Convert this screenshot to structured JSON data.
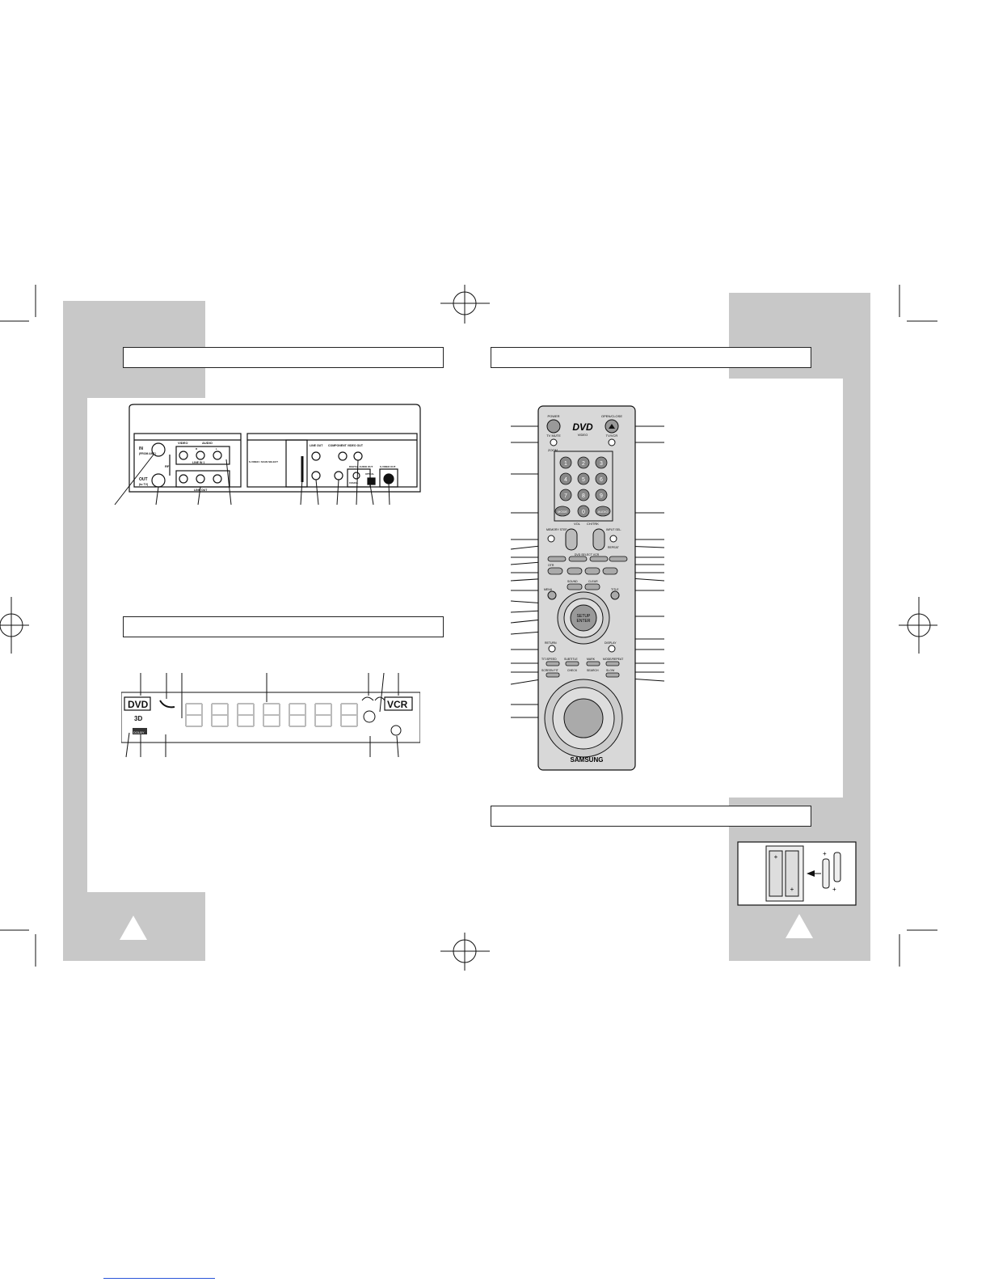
{
  "rear_panel": {
    "rf_in_label": "IN",
    "rf_in_sub": "(FROM ANT.)",
    "rf_out_label": "OUT",
    "rf_out_sub": "(to TV)",
    "rf_label": "RF",
    "video_label": "VIDEO",
    "audio_label": "AUDIO",
    "audio_r": "R",
    "audio_l": "L",
    "line_in_label": "LINE IN 1",
    "line_out_label": "LINE OUT",
    "scan_select_label": "S-VIDEO / SCAN SELECT",
    "line_out2_label": "LINE OUT",
    "component_label": "COMPONENT VIDEO OUT",
    "digital_audio_label": "DIGITAL AUDIO OUT",
    "coaxial_label": "COAXIAL",
    "optical_label": "OPTICAL",
    "svideo_out_label": "S-VIDEO OUT"
  },
  "front_display": {
    "dvd_label": "DVD",
    "vcr_label": "VCR",
    "sd_label": "3D",
    "dolby_label": "DOLBY"
  },
  "remote": {
    "brand": "SAMSUNG",
    "dvd_logo": "DVD",
    "dvd_logo_sub": "VIDEO",
    "power": "POWER",
    "open_close": "OPEN/CLOSE",
    "tv_mute": "TV MUTE",
    "tv_vcr": "TV/VCR",
    "zoom": "ZOOM",
    "digits": [
      "1",
      "2",
      "3",
      "4",
      "5",
      "6",
      "7",
      "8",
      "9",
      "0"
    ],
    "mode": "MODE",
    "audio": "AUDIO",
    "vol": "VOL",
    "ch_trk": "CH/TRK",
    "memory_step": "MEMORY STEP",
    "input_sel": "INPUT SEL.",
    "repeat": "REPEAT",
    "dvd_select": "DVD SELECT VCR",
    "edit_rec": "OTR",
    "sound": "SOUND",
    "clear": "CLEAR",
    "menu": "MENU",
    "title_menu": "TITLE",
    "setup_enter_1": "SETUP",
    "setup_enter_2": "ENTER",
    "return": "RETURN",
    "display": "DISPLAY",
    "tit_speed": "TIT./SPEED",
    "subtitle": "SUBTITLE",
    "mark": "MARK",
    "mode_repeat": "MODE/REPEAT",
    "screen_fit": "SCREEN FIT",
    "check": "CHECK",
    "search": "SEARCH",
    "slow": "SLOW"
  }
}
